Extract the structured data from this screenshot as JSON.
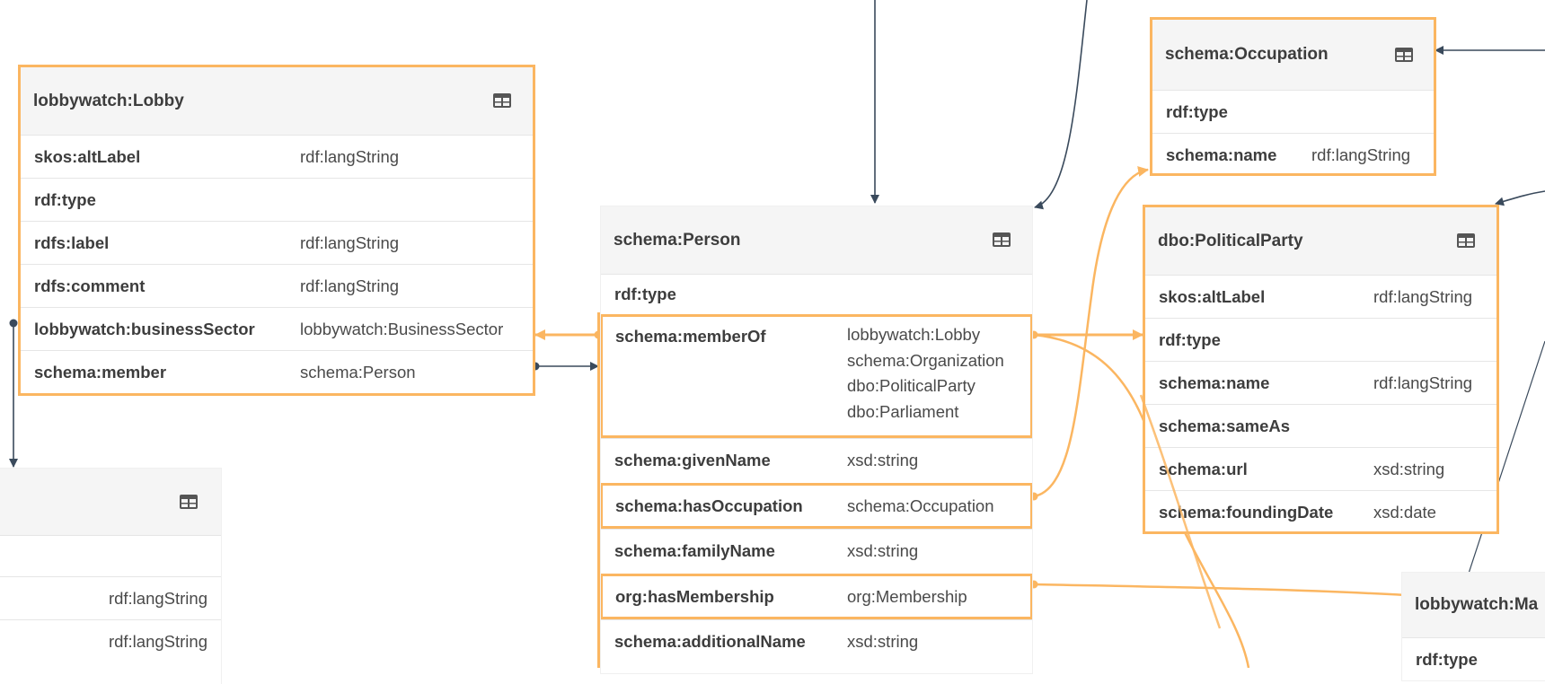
{
  "colors": {
    "highlight": "#fbb661",
    "edge": "#3a4a5c",
    "header_bg": "#f5f5f5"
  },
  "nodes": {
    "lobby": {
      "title": "lobbywatch:Lobby",
      "icon": "table-icon",
      "rows": [
        {
          "name": "skos:altLabel",
          "type": "rdf:langString"
        },
        {
          "name": "rdf:type",
          "type": ""
        },
        {
          "name": "rdfs:label",
          "type": "rdf:langString"
        },
        {
          "name": "rdfs:comment",
          "type": "rdf:langString"
        },
        {
          "name": "lobbywatch:businessSector",
          "type": "lobbywatch:BusinessSector"
        },
        {
          "name": "schema:member",
          "type": "schema:Person"
        }
      ]
    },
    "person": {
      "title": "schema:Person",
      "icon": "table-icon",
      "rows": [
        {
          "name": "rdf:type",
          "types": []
        },
        {
          "name": "schema:memberOf",
          "types": [
            "lobbywatch:Lobby",
            "schema:Organization",
            "dbo:PoliticalParty",
            "dbo:Parliament"
          ]
        },
        {
          "name": "schema:givenName",
          "types": [
            "xsd:string"
          ]
        },
        {
          "name": "schema:hasOccupation",
          "types": [
            "schema:Occupation"
          ]
        },
        {
          "name": "schema:familyName",
          "types": [
            "xsd:string"
          ]
        },
        {
          "name": "org:hasMembership",
          "types": [
            "org:Membership"
          ]
        },
        {
          "name": "schema:additionalName",
          "types": [
            "xsd:string"
          ]
        }
      ]
    },
    "occupation": {
      "title": "schema:Occupation",
      "icon": "table-icon",
      "rows": [
        {
          "name": "rdf:type",
          "type": ""
        },
        {
          "name": "schema:name",
          "type": "rdf:langString"
        }
      ]
    },
    "party": {
      "title": "dbo:PoliticalParty",
      "icon": "table-icon",
      "rows": [
        {
          "name": "skos:altLabel",
          "type": "rdf:langString"
        },
        {
          "name": "rdf:type",
          "type": ""
        },
        {
          "name": "schema:name",
          "type": "rdf:langString"
        },
        {
          "name": "schema:sameAs",
          "type": ""
        },
        {
          "name": "schema:url",
          "type": "xsd:string"
        },
        {
          "name": "schema:foundingDate",
          "type": "xsd:date"
        }
      ]
    },
    "partial_left": {
      "icon": "table-icon",
      "rows": [
        {
          "type": "rdf:langString"
        },
        {
          "type": "rdf:langString"
        }
      ]
    },
    "partial_right": {
      "title": "lobbywatch:Ma",
      "rows": [
        {
          "name": "rdf:type"
        }
      ]
    }
  }
}
